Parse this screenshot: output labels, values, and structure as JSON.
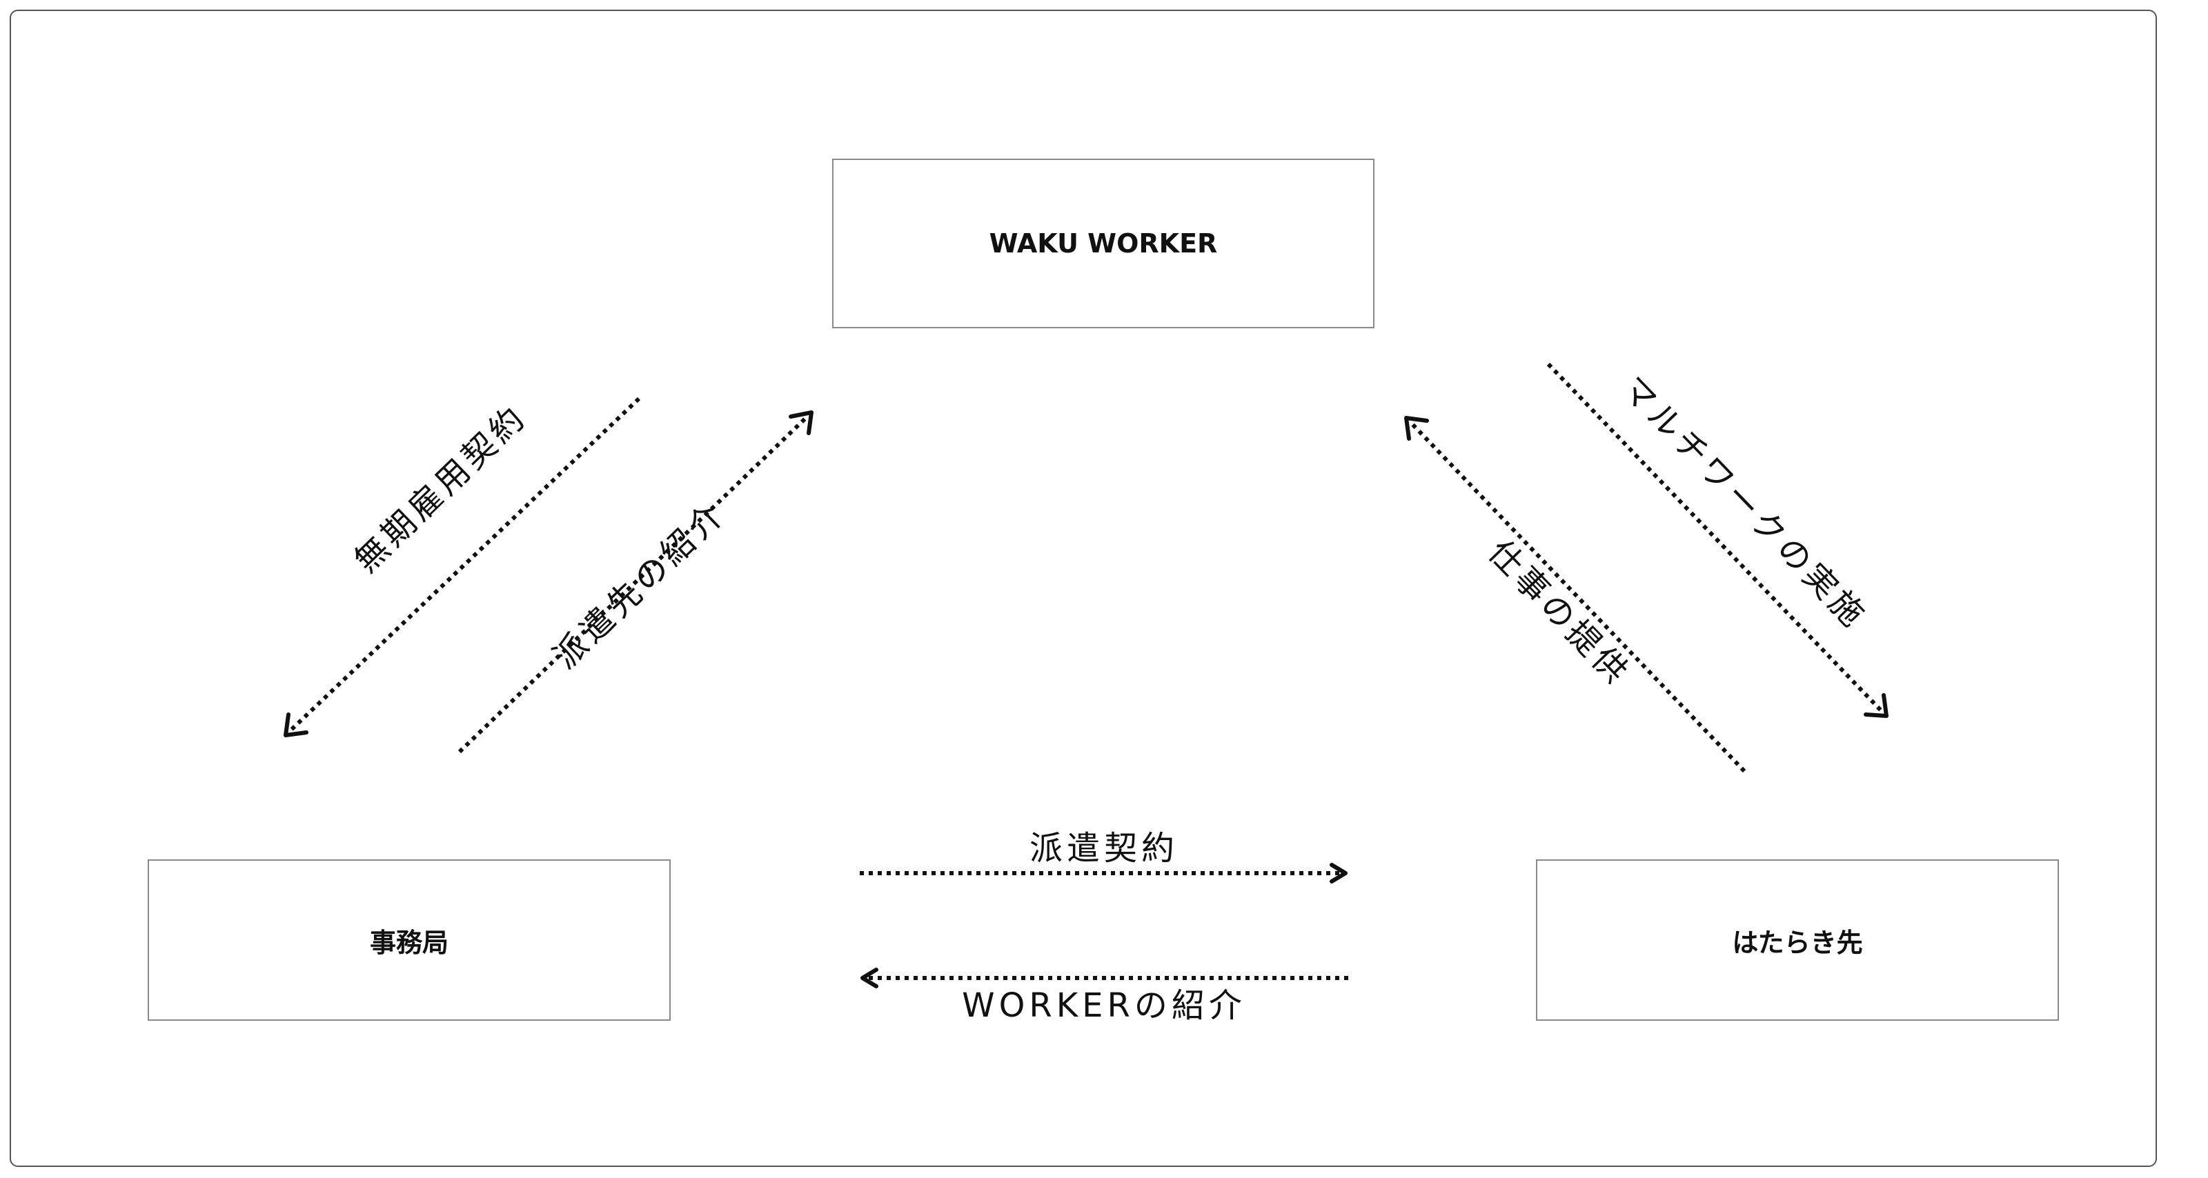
{
  "nodes": {
    "top": "WAKU WORKER",
    "left": "事務局",
    "right": "はたらき先"
  },
  "edges": {
    "muki_koyou": "無期雇用契約",
    "haken_shoukai": "派遣先の紹介",
    "multiwork": "マルチワークの実施",
    "shigoto_teikyou": "仕事の提供",
    "haken_keiyaku": "派遣契約",
    "worker_shoukai": "WORKERの紹介"
  }
}
